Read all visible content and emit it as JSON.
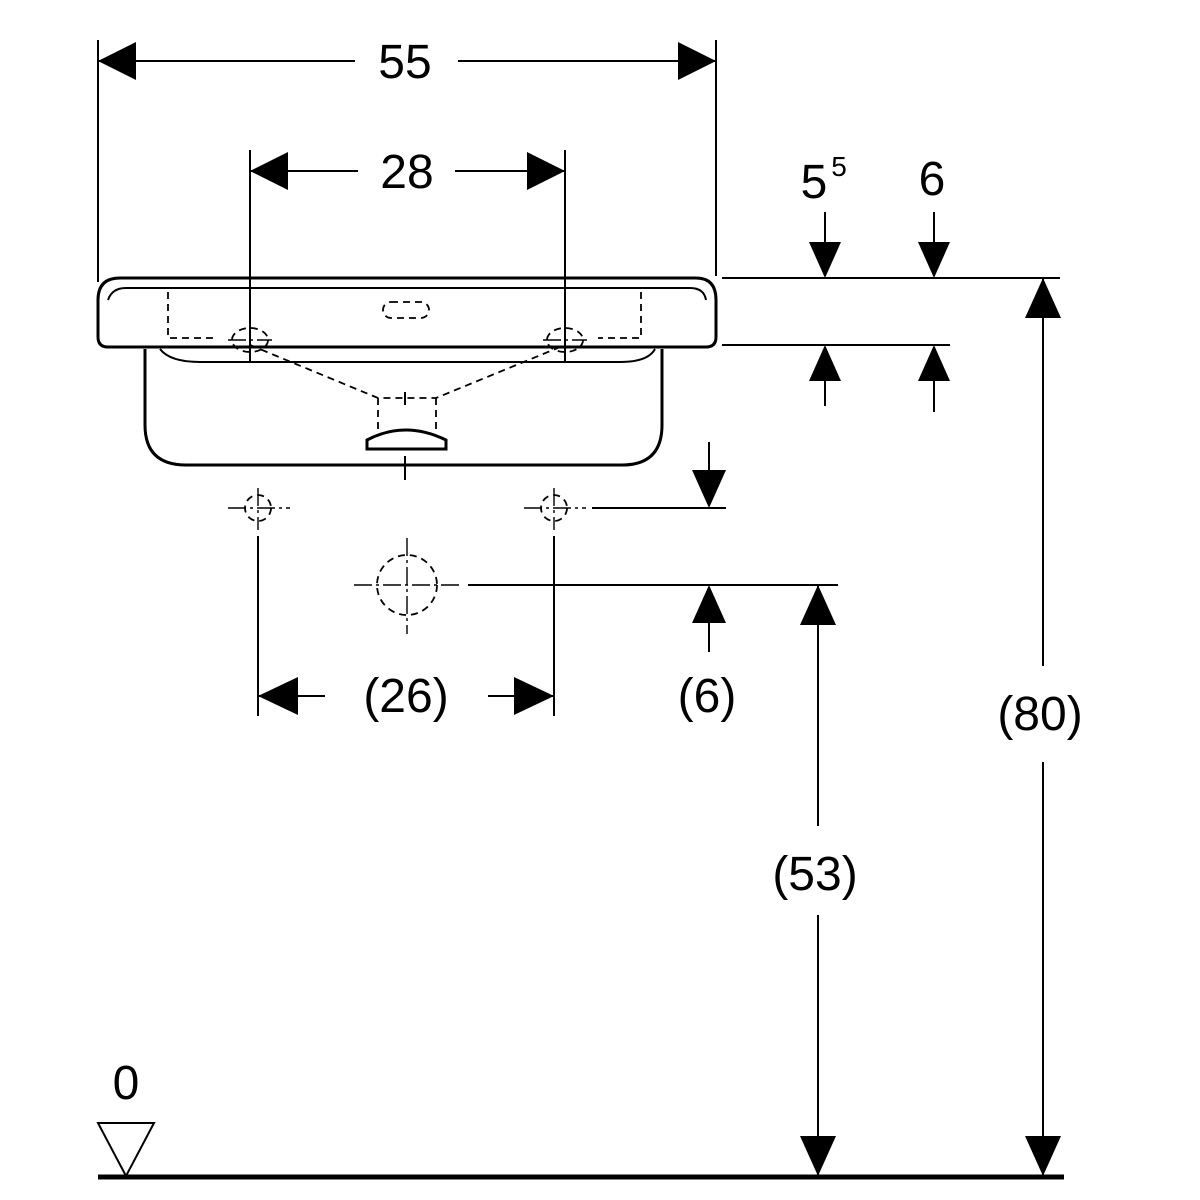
{
  "dimensions": {
    "overall_width": "55",
    "tap_hole_spacing": "28",
    "rim_height_left": "5",
    "rim_height_left_sup": "5",
    "rim_height_right": "6",
    "supply_spacing": "(26)",
    "drain_offset": "(6)",
    "drain_height": "(53)",
    "rim_height": "(80)",
    "floor_level": "0"
  }
}
